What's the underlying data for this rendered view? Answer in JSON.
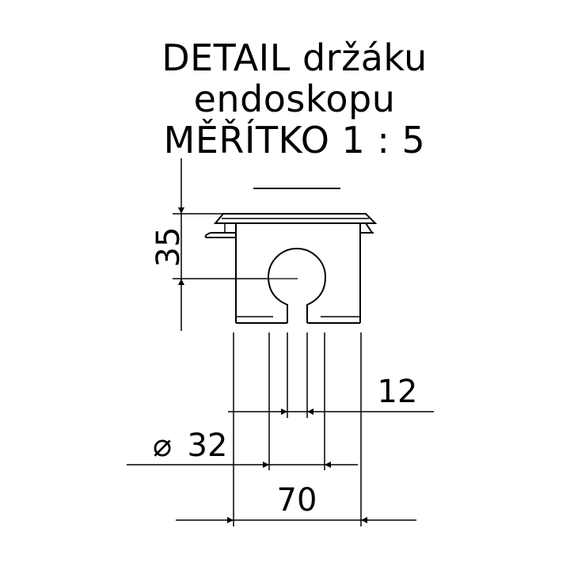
{
  "title": {
    "line1": "DETAIL držáku",
    "line2": "endoskopu",
    "line3": "MĚŘÍTKO 1 : 5"
  },
  "dimensions": {
    "height": "35",
    "slot_width": "12",
    "diameter_symbol": "⌀",
    "diameter_value": "32",
    "width": "70"
  }
}
